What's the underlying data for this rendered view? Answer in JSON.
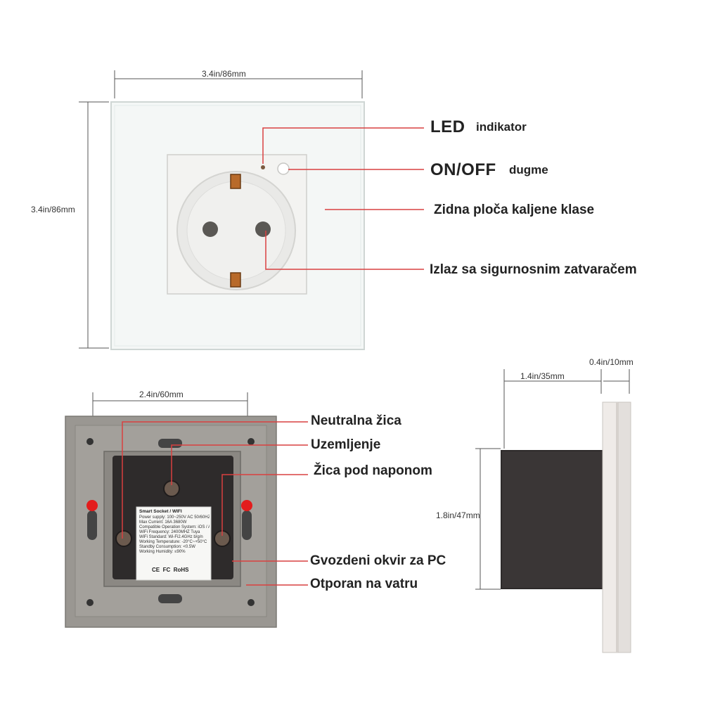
{
  "dimensions": {
    "front_width": "3.4in/86mm",
    "front_height": "3.4in/86mm",
    "back_hole_spacing": "2.4in/60mm",
    "side_depth": "1.4in/35mm",
    "side_panel": "0.4in/10mm",
    "side_height": "1.8in/47mm"
  },
  "front_callouts": {
    "led_main": "LED",
    "led_sub": "indikator",
    "onoff_main": "ON/OFF",
    "onoff_sub": "dugme",
    "panel": "Zidna ploča kaljene klase",
    "outlet": "Izlaz sa sigurnosnim zatvaračem"
  },
  "back_callouts": {
    "neutral": "Neutralna žica",
    "ground": "Uzemljenje",
    "live": "Žica pod naponom",
    "frame": "Gvozdeni okvir za PC",
    "fire": "Otporan na vatru"
  },
  "module_label": {
    "title": "Smart Socket / WIFI",
    "specs": [
      "Power supply: 100~250V AC  50/60HZ",
      "Max Current: 16A   3680W",
      "Compatible Operation System: iOS / Android",
      "WiFi Frequency: 2400MHZ  Tuya",
      "WiFi Standard: Wi-Fi2.4GHz b/g/n",
      "Working Temperature: -20°C~+50°C",
      "Standby Consumption: <0.5W",
      "Working Humidity: ≤90%"
    ],
    "cert_ce": "CE",
    "cert_fc": "FC",
    "cert_rohs": "RoHS"
  },
  "colors": {
    "callout_line": "#d94040",
    "marker": "#e31c1c",
    "glass": "#f4f7f6",
    "module": "#2e2b2b",
    "frame": "#9a9792"
  }
}
